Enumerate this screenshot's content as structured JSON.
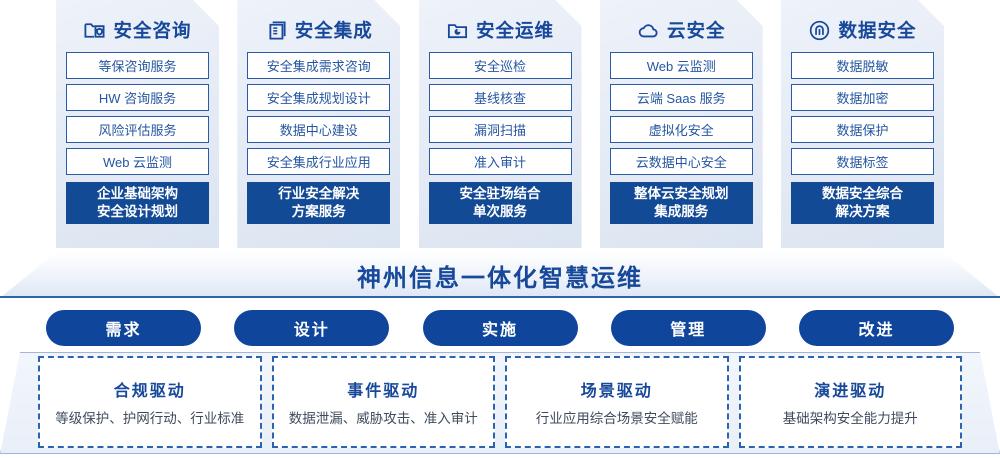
{
  "columns": [
    {
      "icon": "folder-shield-icon",
      "title": "安全咨询",
      "items": [
        "等保咨询服务",
        "HW 咨询服务",
        "风险评估服务",
        "Web 云监测"
      ],
      "highlight": [
        "企业基础架构",
        "安全设计规划"
      ]
    },
    {
      "icon": "stacked-documents-icon",
      "title": "安全集成",
      "items": [
        "安全集成需求咨询",
        "安全集成规划设计",
        "数据中心建设",
        "安全集成行业应用"
      ],
      "highlight": [
        "行业安全解决",
        "方案服务"
      ]
    },
    {
      "icon": "folder-chart-icon",
      "title": "安全运维",
      "items": [
        "安全巡检",
        "基线核查",
        "漏洞扫描",
        "准入审计"
      ],
      "highlight": [
        "安全驻场结合",
        "单次服务"
      ]
    },
    {
      "icon": "cloud-icon",
      "title": "云安全",
      "items": [
        "Web 云监测",
        "云端 Saas 服务",
        "虚拟化安全",
        "云数据中心安全"
      ],
      "highlight": [
        "整体云安全规划",
        "集成服务"
      ]
    },
    {
      "icon": "fingerprint-icon",
      "title": "数据安全",
      "items": [
        "数据脱敏",
        "数据加密",
        "数据保护",
        "数据标签"
      ],
      "highlight": [
        "数据安全综合",
        "解决方案"
      ]
    }
  ],
  "banner": {
    "text": "神州信息一体化智慧运维"
  },
  "pills": [
    {
      "label": "需求"
    },
    {
      "label": "设计"
    },
    {
      "label": "实施"
    },
    {
      "label": "管理"
    },
    {
      "label": "改进"
    }
  ],
  "drivers": [
    {
      "title": "合规驱动",
      "desc": "等级保护、护网行动、行业标准"
    },
    {
      "title": "事件驱动",
      "desc": "数据泄漏、威胁攻击、准入审计"
    },
    {
      "title": "场景驱动",
      "desc": "行业应用综合场景安全赋能"
    },
    {
      "title": "演进驱动",
      "desc": "基础架构安全能力提升"
    }
  ],
  "colors": {
    "brand_blue": "#17489a",
    "deep_blue": "#0f459a",
    "panel_bg": "#e6ecf6",
    "item_border": "#2b5ba8"
  }
}
